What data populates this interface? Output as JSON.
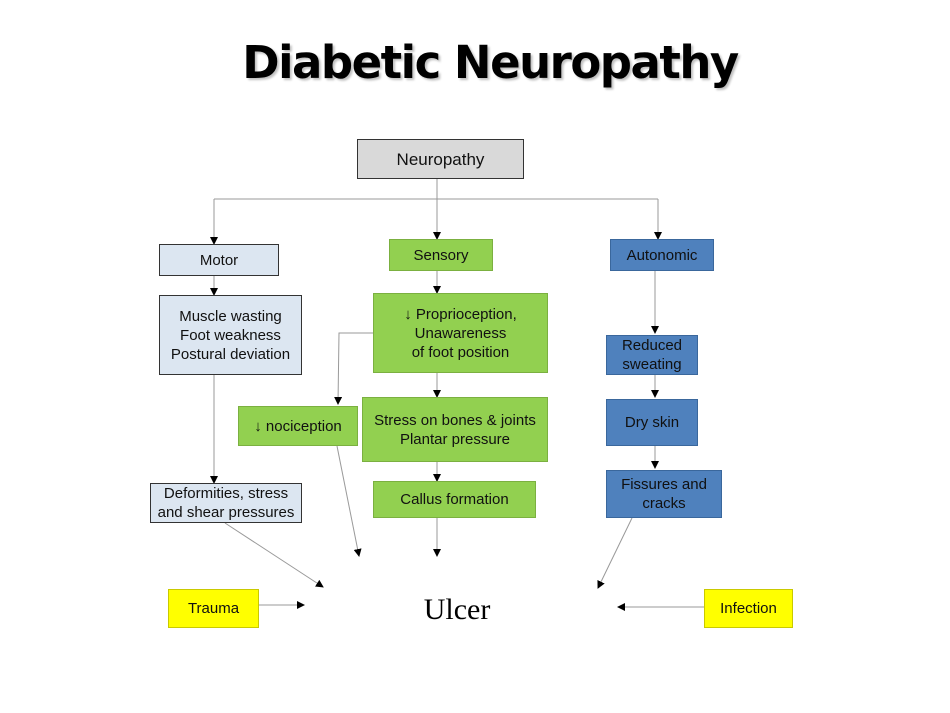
{
  "title": "Diabetic Neuropathy",
  "nodes": {
    "neuropathy": "Neuropathy",
    "motor": "Motor",
    "sensory": "Sensory",
    "autonomic": "Autonomic",
    "muscle": "Muscle wasting\nFoot weakness\nPostural deviation",
    "proprio": "↓ Proprioception,\nUnawareness\nof foot position",
    "reduced_sweating": "Reduced\nsweating",
    "nociception": "↓ nociception",
    "stress": "Stress on bones & joints\nPlantar pressure",
    "dry_skin": "Dry skin",
    "deformities": "Deformities, stress\nand shear pressures",
    "callus": "Callus formation",
    "fissures": "Fissures and\ncracks",
    "trauma": "Trauma",
    "infection": "Infection",
    "ulcer": "Ulcer"
  },
  "colors": {
    "root": "#d9d9d9",
    "motor": "#dce6f1",
    "sensory": "#92d050",
    "autonomic": "#4f81bd",
    "external": "#ffff00"
  }
}
